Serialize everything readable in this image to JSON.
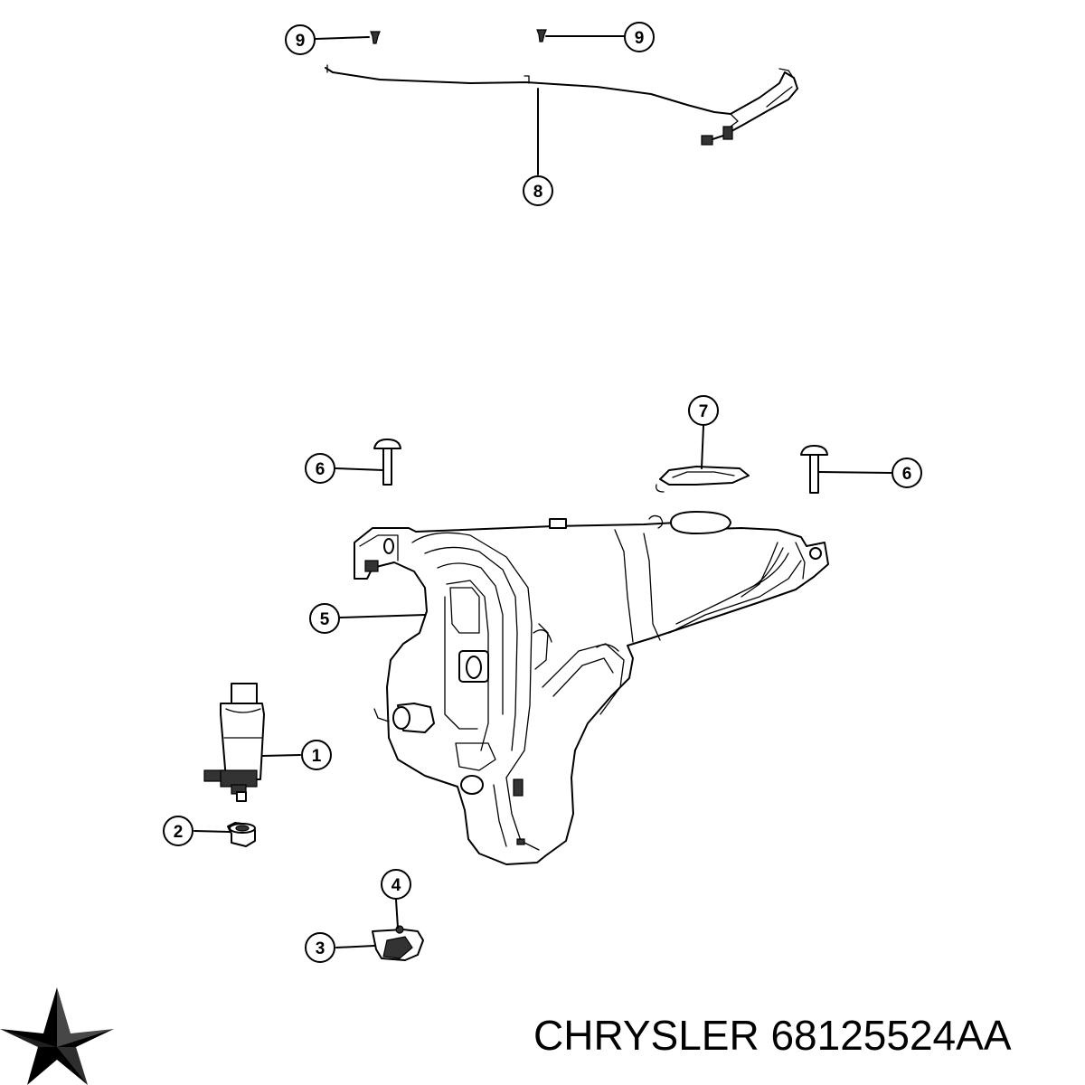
{
  "title": {
    "brand": "CHRYSLER",
    "part_number": "68125524AA"
  },
  "logo": {
    "icon": "chrysler-pentastar-logo"
  },
  "callouts": [
    {
      "id": "c9a",
      "number": "9"
    },
    {
      "id": "c9b",
      "number": "9"
    },
    {
      "id": "c8",
      "number": "8"
    },
    {
      "id": "c7",
      "number": "7"
    },
    {
      "id": "c6a",
      "number": "6"
    },
    {
      "id": "c6b",
      "number": "6"
    },
    {
      "id": "c5",
      "number": "5"
    },
    {
      "id": "c1",
      "number": "1"
    },
    {
      "id": "c2",
      "number": "2"
    },
    {
      "id": "c4",
      "number": "4"
    },
    {
      "id": "c3",
      "number": "3"
    }
  ]
}
